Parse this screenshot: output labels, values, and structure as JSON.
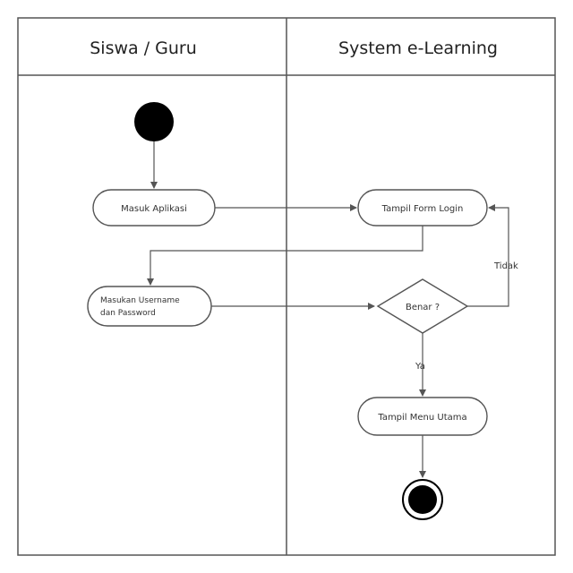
{
  "swimlanes": [
    {
      "title": "Siswa / Guru"
    },
    {
      "title": "System e-Learning"
    }
  ],
  "nodes": {
    "masuk_aplikasi": "Masuk Aplikasi",
    "tampil_form_login": "Tampil Form Login",
    "masukan_username_line1": "Masukan Username",
    "masukan_username_line2": "dan Password",
    "decision": "Benar ?",
    "tampil_menu_utama": "Tampil Menu Utama"
  },
  "edge_labels": {
    "tidak": "Tidak",
    "ya": "Ya"
  },
  "colors": {
    "line": "#555555",
    "fill": "#ffffff",
    "node_fill_dark": "#000000"
  }
}
